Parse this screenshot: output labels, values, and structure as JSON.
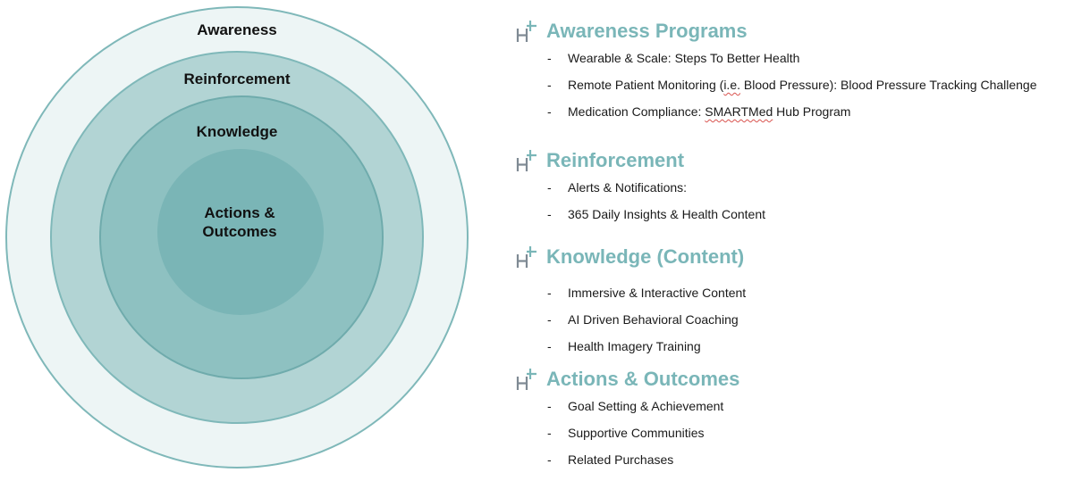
{
  "diagram": {
    "rings": [
      {
        "label": "Awareness",
        "color": "#edf5f5",
        "stroke": "#7fb8b9"
      },
      {
        "label": "Reinforcement",
        "color": "#b2d4d4",
        "stroke": "#7fb8b9"
      },
      {
        "label": "Knowledge",
        "color": "#8ec1c1",
        "stroke": "#6fabac"
      },
      {
        "label_line1": "Actions &",
        "label_line2": "Outcomes",
        "color": "#7ab5b6",
        "stroke": "#7ab5b6"
      }
    ]
  },
  "accent_color": "#7ab6b8",
  "logo_icon": "h-plus-logo-icon",
  "sections": [
    {
      "title": "Awareness Programs",
      "items": [
        {
          "dash": "-",
          "text": "Wearable & Scale:  Steps To Better Health"
        },
        {
          "dash": "-",
          "text_before": "Remote Patient Monitoring (",
          "text_mark": "i.e.",
          "text_after": " Blood Pressure):  Blood Pressure Tracking Challenge"
        },
        {
          "dash": "-",
          "text_before": "Medication Compliance:  ",
          "text_mark": "SMARTMed",
          "text_after": " Hub Program"
        }
      ]
    },
    {
      "title": "Reinforcement",
      "items": [
        {
          "dash": "-",
          "text": "Alerts & Notifications:"
        },
        {
          "dash": "-",
          "text": "365 Daily Insights & Health Content"
        }
      ]
    },
    {
      "title": "Knowledge (Content)",
      "items": [
        {
          "dash": "-",
          "text": "Immersive & Interactive Content"
        },
        {
          "dash": "-",
          "text": "AI Driven Behavioral Coaching"
        },
        {
          "dash": "-",
          "text": "Health Imagery Training"
        }
      ]
    },
    {
      "title": "Actions & Outcomes",
      "items": [
        {
          "dash": "-",
          "text": "Goal Setting & Achievement"
        },
        {
          "dash": "-",
          "text": "Supportive Communities"
        },
        {
          "dash": "-",
          "text": "Related Purchases"
        }
      ]
    }
  ]
}
